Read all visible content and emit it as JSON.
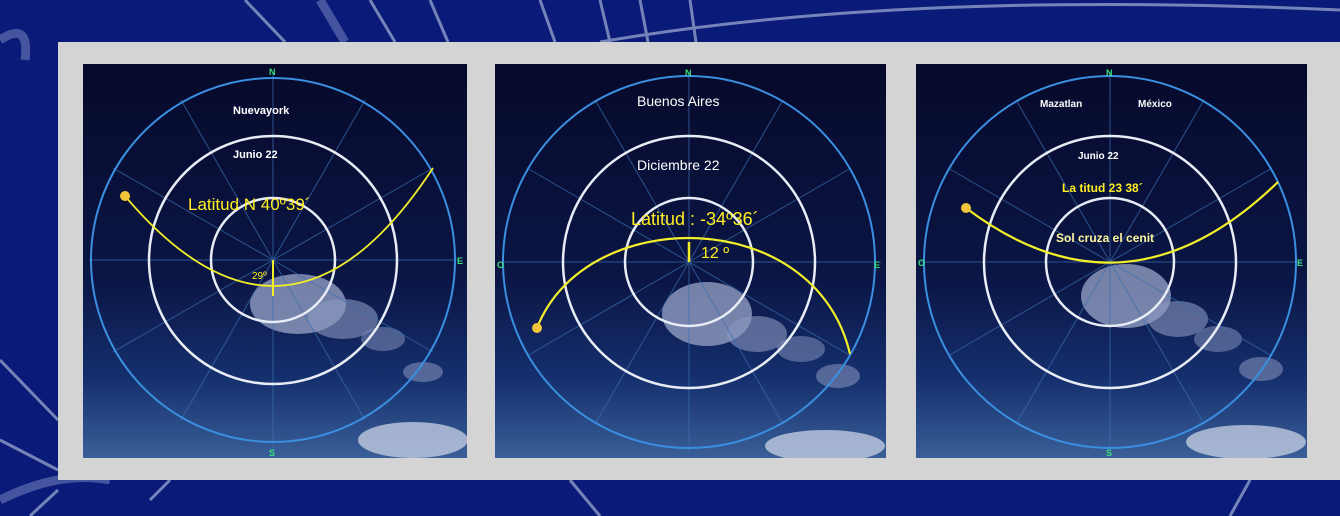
{
  "colors": {
    "background": "#0a1a78",
    "panel": "#d4d4d4",
    "outer_circle": "#3b8fe0",
    "inner_circles": "#e8ecf5",
    "sun_path": "#f1ee2a",
    "sun": "#f4c43a",
    "cardinal_labels": "#39e07a"
  },
  "cardinals": {
    "north": "N",
    "south": "S",
    "east": "E",
    "west": "O"
  },
  "charts": [
    {
      "city": "Nuevayork",
      "date": "Junio  22",
      "latitude": "Latitud N   40º39´",
      "zenith_angle": "29º"
    },
    {
      "city": "Buenos Aires",
      "date": "Diciembre 22",
      "latitude": "Latitud : -34º36´",
      "zenith_angle": "12 º"
    },
    {
      "city": "Mazatlan",
      "city2": "México",
      "date": "Junio   22",
      "latitude": "La titud  23  38´",
      "note": "Sol cruza el cenit"
    }
  ]
}
